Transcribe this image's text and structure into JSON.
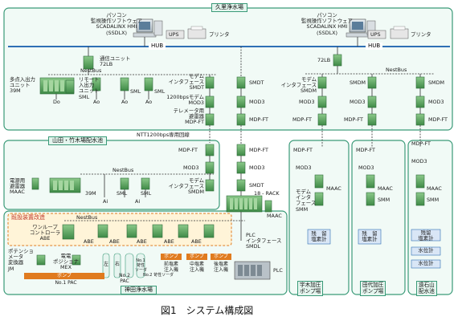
{
  "figure": {
    "caption": "図1　システム構成図"
  },
  "sections": {
    "kuri": "久里浄水場",
    "yamada": "山田・竹木場配水池",
    "kamida": "神田浄水場",
    "sotogi": "宇木加圧\nポンプ場",
    "tashiro": "田代加圧\nポンプ場",
    "ishiyama": "遠石山\n配水池",
    "existing": "既設装置改造"
  },
  "labels": {
    "pc1": "パソコン\n監視操作ソフトウェア\nSCADALINX HMI\n(SSDLX)",
    "pc2": "パソコン\n監視操作ソフトウェア\nSCADALINX HMI\n(SSDLX)",
    "ups": "UPS",
    "printer": "プリンタ",
    "hub": "HUB",
    "comm_unit": "通信ユニット\n72LB",
    "lb72": "72LB",
    "nestbus": "NestBus",
    "multi_io": "多点入出力\nユニット\n39M",
    "remote_io": "リモート\n入出力\nユニット\nSML",
    "do": "Do",
    "ao": "Ao",
    "sml": "SML",
    "modem_if_smdt": "モデム\nインタフェース\nSMDT",
    "smdt": "SMDT",
    "smdm": "SMDM",
    "modem_if_smdm": "モデム\nインタフェース\nSMDM",
    "mod3_1200": "1200bpsモデム\nMOD3",
    "telemeter": "テレメータ用\n避雷器\nMDP-FT",
    "mod3": "MOD3",
    "mdpft": "MDP-FT",
    "ntt": "NTT1200bps専用回線",
    "meter_arrester": "電源用\n避雷器\nMAAC",
    "m39": "39M",
    "ai": "Ai",
    "modem_if_smdm2": "モデム\nインタフェース\nSMDM",
    "rack": "18 - RACK",
    "maac": "MAAC",
    "smm_modem": "モデム\nインタ\nフェース\nSMM",
    "smm": "SMM",
    "residual": "残　留\n塩素計",
    "residual_meter": "残留\n塩素計",
    "water_level": "水位計",
    "onelooop": "ワンループ\nコントローラ\nABE",
    "abe": "ABE",
    "potentio": "ポテンショ\nメータ\n変換器\nJM",
    "power_pos": "電電\nポジショナ\nMEX",
    "pump": "ポンプ",
    "no1pac": "No.1 PAC",
    "no2pac": "No.2\nPAC",
    "no1soda": "No.1\n苛性\nソーダ",
    "no2soda": "No.2 苛性ソーダ",
    "pre_chlor": "前塩素\n注入機",
    "mid_chlor": "中塩素\n注入機",
    "post_chlor": "後塩素\n注入機",
    "plc_if": "PLC\nインタフェース\nSMDL",
    "plc": "PLC",
    "left_label": "左",
    "right_label": "右"
  },
  "colors": {
    "section_border": "#3a9a78",
    "section_fill": "#f1faf6",
    "device_green": "#5ea65c",
    "device_dark": "#2e6b3a",
    "existing_fill": "#fff4d8",
    "existing_border": "#e07b1f",
    "pump_orange": "#e07b1f",
    "red": "#c0392b"
  }
}
